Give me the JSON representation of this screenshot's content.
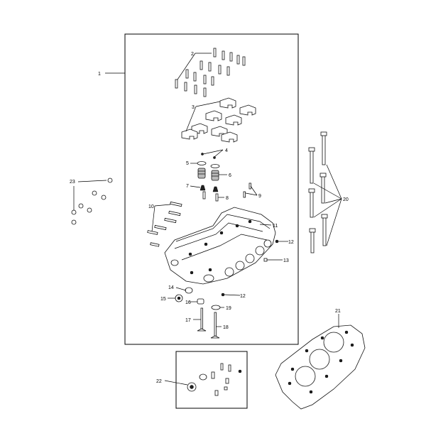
{
  "callouts": {
    "c1": "1",
    "c2": "2",
    "c3": "3",
    "c4": "4",
    "c5": "5",
    "c6": "6",
    "c7": "7",
    "c8": "8",
    "c9": "9",
    "c10": "10",
    "c11": "11",
    "c12a": "12",
    "c12b": "12",
    "c13": "13",
    "c14": "14",
    "c15": "15",
    "c16": "16",
    "c17": "17",
    "c18": "18",
    "c19": "19",
    "c20": "20",
    "c21": "21",
    "c22": "22",
    "c23": "23"
  }
}
